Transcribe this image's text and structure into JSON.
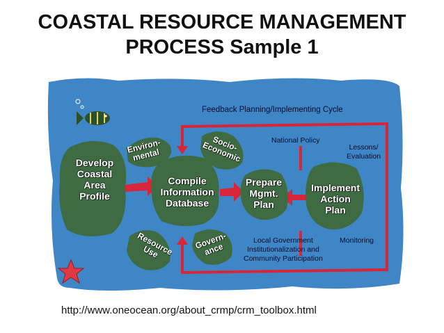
{
  "title": {
    "line1": "COASTAL RESOURCE MANAGEMENT",
    "line2": "PROCESS Sample 1"
  },
  "source_url": "http://www.oneocean.org/about_crmp/crm_toolbox.html",
  "colors": {
    "ocean": "#3f86c6",
    "blob": "#3f6b43",
    "arrow": "#d8253a",
    "text_dark": "#111111"
  },
  "diagram": {
    "top_caption": "Feedback Planning/Implementing Cycle",
    "national_policy": "National Policy",
    "lessons": [
      "Lessons/",
      "Evaluation"
    ],
    "monitoring": "Monitoring",
    "local_gov": [
      "Local Government",
      "Institutionalization and",
      "Community Participation"
    ],
    "develop": [
      "Develop",
      "Coastal",
      "Area",
      "Profile"
    ],
    "compile": [
      "Compile",
      "Information",
      "Database"
    ],
    "prepare": [
      "Prepare",
      "Mgmt.",
      "Plan"
    ],
    "implement": [
      "Implement",
      "Action",
      "Plan"
    ],
    "environmental": [
      "Environ-",
      "mental"
    ],
    "socio": [
      "Socio-",
      "Economic"
    ],
    "resource_use": [
      "Resource",
      "Use"
    ],
    "governance": [
      "Govern-",
      "ance"
    ],
    "icons": [
      "fish-icon",
      "starfish-icon"
    ]
  }
}
